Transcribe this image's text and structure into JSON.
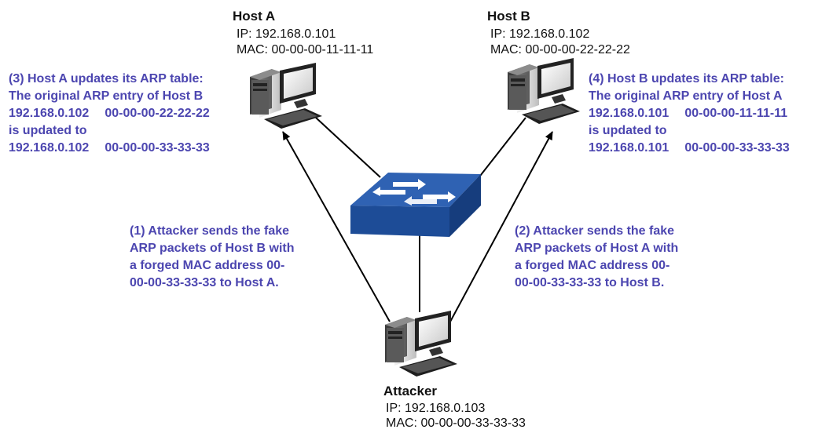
{
  "colors": {
    "annotation": "#4c46b0",
    "switch_top": "#2f62b3",
    "switch_front": "#1d4c97",
    "line": "#000000"
  },
  "hosts": {
    "host_a": {
      "name": "Host A",
      "ip_label": "IP:",
      "ip": "192.168.0.101",
      "mac_label": "MAC:",
      "mac": "00-00-00-11-11-11"
    },
    "host_b": {
      "name": "Host B",
      "ip_label": "IP:",
      "ip": "192.168.0.102",
      "mac_label": "MAC:",
      "mac": "00-00-00-22-22-22"
    },
    "attacker": {
      "name": "Attacker",
      "ip_label": "IP:",
      "ip": "192.168.0.103",
      "mac_label": "MAC:",
      "mac": "00-00-00-33-33-33"
    }
  },
  "notes": {
    "step3": {
      "line1": "(3) Host A updates its ARP table:",
      "line2": "The original ARP entry of Host B",
      "old_ip": "192.168.0.102",
      "old_mac": "00-00-00-22-22-22",
      "line4": "is updated to",
      "new_ip": "192.168.0.102",
      "new_mac": "00-00-00-33-33-33"
    },
    "step4": {
      "line1": "(4) Host B updates its ARP table:",
      "line2": "The original ARP entry of Host A",
      "old_ip": "192.168.0.101",
      "old_mac": "00-00-00-11-11-11",
      "line4": "is updated to",
      "new_ip": "192.168.0.101",
      "new_mac": "00-00-00-33-33-33"
    },
    "step1": {
      "line1": "(1) Attacker sends the fake",
      "line2": "ARP packets of Host B with",
      "line3": "a forged MAC address 00-",
      "line4": "00-00-33-33-33 to Host A."
    },
    "step2": {
      "line1": "(2) Attacker sends the fake",
      "line2": "ARP packets of Host A with",
      "line3": "a forged MAC address 00-",
      "line4": "00-00-33-33-33 to Host B."
    }
  },
  "icons": [
    "computer-icon",
    "switch-icon",
    "arrow-icon"
  ]
}
